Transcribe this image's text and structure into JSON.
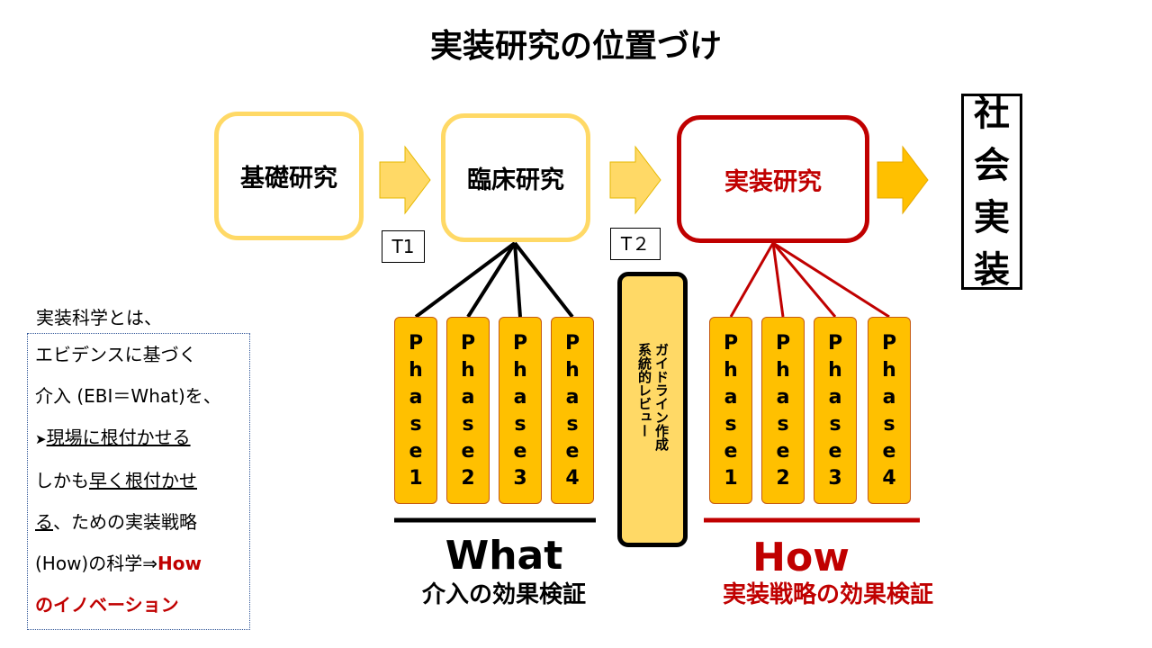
{
  "title": "実装研究の位置づけ",
  "stages": {
    "basic": "基礎研究",
    "clinical": "臨床研究",
    "implementation": "実装研究",
    "society": [
      "社",
      "会",
      "実",
      "装"
    ]
  },
  "transitions": {
    "t1": "T1",
    "t2": "T２"
  },
  "phases_left": [
    {
      "chars": [
        "P",
        "h",
        "a",
        "s",
        "e",
        "1"
      ]
    },
    {
      "chars": [
        "P",
        "h",
        "a",
        "s",
        "e",
        "2"
      ]
    },
    {
      "chars": [
        "P",
        "h",
        "a",
        "s",
        "e",
        "3"
      ]
    },
    {
      "chars": [
        "P",
        "h",
        "a",
        "s",
        "e",
        "4"
      ]
    }
  ],
  "phases_right": [
    {
      "chars": [
        "P",
        "h",
        "a",
        "s",
        "e",
        "1"
      ]
    },
    {
      "chars": [
        "P",
        "h",
        "a",
        "s",
        "e",
        "2"
      ]
    },
    {
      "chars": [
        "P",
        "h",
        "a",
        "s",
        "e",
        "3"
      ]
    },
    {
      "chars": [
        "P",
        "h",
        "a",
        "s",
        "e",
        "4"
      ]
    }
  ],
  "guideline": {
    "col1": "ガイドライン作成",
    "col2": "系統的レビュー"
  },
  "what": {
    "heading": "What",
    "sub": "介入の効果検証"
  },
  "how": {
    "heading": "How",
    "sub": "実装戦略の効果検証"
  },
  "note": {
    "line1": "実装科学とは、",
    "line2": "エビデンスに基づく",
    "line3": "介入 (EBI＝What)を、",
    "line4_marker": "➤",
    "line4": "現場に根付かせる",
    "line5_pre": "しかも",
    "line5_u": "早く根付かせ",
    "line6_u": "る",
    "line6_post": "、ための実装戦略",
    "line7_pre": "(How)の科学⇒",
    "line7_red": "How",
    "line8": "のイノベーション"
  },
  "colors": {
    "yellow_border": "#ffd966",
    "phase_fill": "#ffc000",
    "red": "#c00000",
    "arrow": "#ffc000"
  }
}
